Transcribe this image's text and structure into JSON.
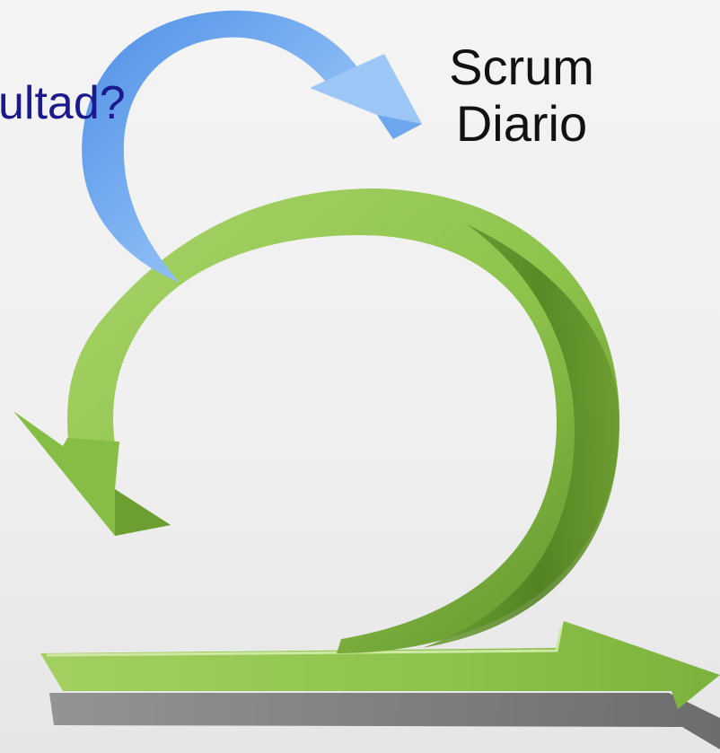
{
  "question_text": "ultad?",
  "scrum_label": {
    "line1": "Scrum",
    "line2": "Diario"
  },
  "colors": {
    "question_text": "#1a1a8e",
    "label_text": "#111111",
    "green_arrow": "#8dc24b",
    "green_arrow_dark": "#4e7f1d",
    "blue_arrow": "#6ea7ee",
    "shadow": "#6f6f6f"
  }
}
